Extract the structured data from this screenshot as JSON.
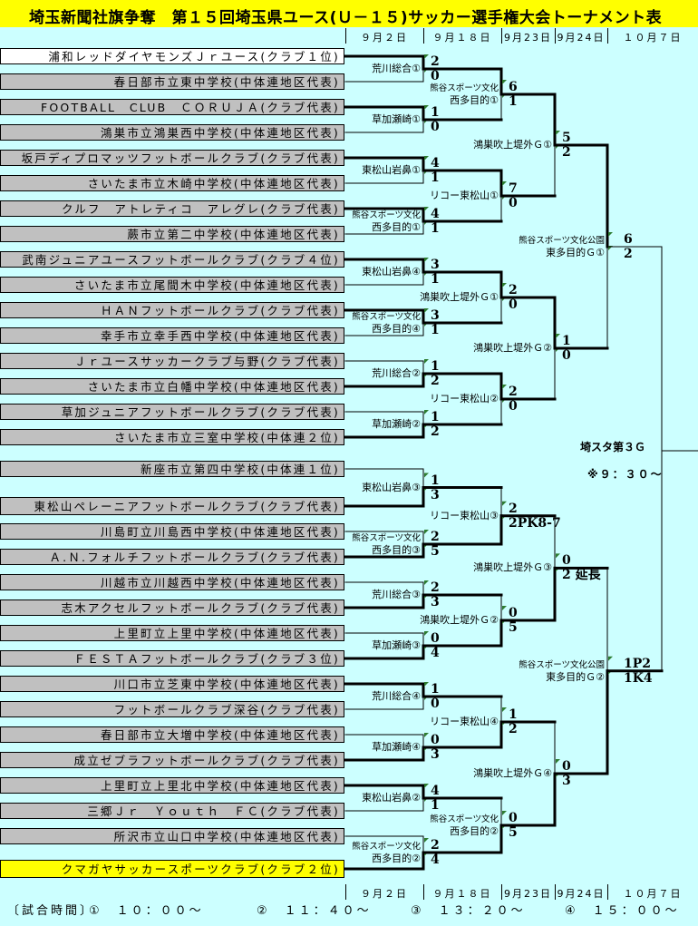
{
  "title": "埼玉新聞社旗争奪　第１５回埼玉県ユース(Ｕ－１５)サッカー選手権大会トーナメント表",
  "dates": [
    "９月２日",
    "９月１８日",
    "9月23日",
    "9月24日",
    "１０月７日"
  ],
  "teams": [
    "浦和レッドダイヤモンズＪｒユース(クラブ１位)",
    "春日部市立東中学校(中体連地区代表)",
    "FOOTBALL　CLUB　ＣＯＲＵＪＡ(クラブ代表)",
    "鴻巣市立鴻巣西中学校(中体連地区代表)",
    "坂戸ディプロマッツフットボールクラブ(クラブ代表)",
    "さいたま市立木崎中学校(中体連地区代表)",
    "クルフ　アトレティコ　アレグレ(クラブ代表)",
    "蕨市立第二中学校(中体連地区代表)",
    "武南ジュニアユースフットボールクラブ(クラブ４位)",
    "さいたま市立尾間木中学校(中体連地区代表)",
    "ＨＡＮフットボールクラブ(クラブ代表)",
    "幸手市立幸手西中学校(中体連地区代表)",
    "Ｊｒユースサッカークラブ与野(クラブ代表)",
    "さいたま市立白幡中学校(中体連地区代表)",
    "草加ジュニアフットボールクラブ(クラブ代表)",
    "さいたま市立三室中学校(中体連２位)",
    "新座市立第四中学校(中体連１位)",
    "東松山ペレーニアフットボールクラブ(クラブ代表)",
    "川島町立川島西中学校(中体連地区代表)",
    "Ａ.Ｎ.フォルチフットボールクラブ(クラブ代表)",
    "川越市立川越西中学校(中体連地区代表)",
    "志木アクセルフットボールクラブ(クラブ代表)",
    "上里町立上里中学校(中体連地区代表)",
    "ＦＥＳＴＡフットボールクラブ(クラブ３位)",
    "川口市立芝東中学校(中体連地区代表)",
    "フットボールクラブ深谷(クラブ代表)",
    "春日部市立大増中学校(中体連地区代表)",
    "成立ゼブラフットボールクラブ(クラブ代表)",
    "上里町立上里北中学校(中体連地区代表)",
    "三郷Ｊｒ　Ｙｏｕｔｈ　ＦＣ(クラブ代表)",
    "所沢市立山口中学校(中体連地区代表)",
    "クマガヤサッカースポーツクラブ(クラブ２位)"
  ],
  "rounds": [
    {
      "matches": [
        {
          "venue": [
            "荒川総合①"
          ],
          "top": "2",
          "bottom": "0",
          "winner": "top"
        },
        {
          "venue": [
            "草加瀬崎①"
          ],
          "top": "1",
          "bottom": "0",
          "winner": "top"
        },
        {
          "venue": [
            "東松山岩鼻①"
          ],
          "top": "4",
          "bottom": "1",
          "winner": "top"
        },
        {
          "venue": [
            "熊谷スポーツ文化",
            "西多目的①"
          ],
          "top": "4",
          "bottom": "1",
          "winner": "top"
        },
        {
          "venue": [
            "東松山岩鼻④"
          ],
          "top": "3",
          "bottom": "1",
          "winner": "top"
        },
        {
          "venue": [
            "熊谷スポーツ文化",
            "西多目的④"
          ],
          "top": "3",
          "bottom": "1",
          "winner": "top"
        },
        {
          "venue": [
            "荒川総合②"
          ],
          "top": "1",
          "bottom": "2",
          "winner": "bottom"
        },
        {
          "venue": [
            "草加瀬崎②"
          ],
          "top": "1",
          "bottom": "2",
          "winner": "bottom"
        },
        {
          "venue": [
            "東松山岩鼻③"
          ],
          "top": "1",
          "bottom": "3",
          "winner": "bottom"
        },
        {
          "venue": [
            "熊谷スポーツ文化",
            "西多目的③"
          ],
          "top": "2",
          "bottom": "5",
          "winner": "bottom"
        },
        {
          "venue": [
            "荒川総合③"
          ],
          "top": "2",
          "bottom": "3",
          "winner": "bottom"
        },
        {
          "venue": [
            "草加瀬崎③"
          ],
          "top": "0",
          "bottom": "4",
          "winner": "bottom"
        },
        {
          "venue": [
            "荒川総合④"
          ],
          "top": "1",
          "bottom": "0",
          "winner": "top"
        },
        {
          "venue": [
            "草加瀬崎④"
          ],
          "top": "0",
          "bottom": "3",
          "winner": "bottom"
        },
        {
          "venue": [
            "東松山岩鼻②"
          ],
          "top": "4",
          "bottom": "1",
          "winner": "top"
        },
        {
          "venue": [
            "熊谷スポーツ文化",
            "西多目的②"
          ],
          "top": "2",
          "bottom": "4",
          "winner": "bottom"
        }
      ]
    },
    {
      "matches": [
        {
          "venue": [
            "熊谷スポーツ文化",
            "西多目的①"
          ],
          "top": "6",
          "bottom": "1",
          "winner": "top"
        },
        {
          "venue": [
            "リコー東松山①"
          ],
          "top": "7",
          "bottom": "0",
          "winner": "top"
        },
        {
          "venue": [
            "鴻巣吹上堤外Ｇ①"
          ],
          "top": "2",
          "bottom": "0",
          "winner": "top"
        },
        {
          "venue": [
            "リコー東松山②"
          ],
          "top": "2",
          "bottom": "0",
          "winner": "top"
        },
        {
          "venue": [
            "リコー東松山③"
          ],
          "top": "2",
          "bottom": "2PK8-7",
          "winner": "bottom"
        },
        {
          "venue": [
            "鴻巣吹上堤外Ｇ②"
          ],
          "top": "0",
          "bottom": "5",
          "winner": "bottom"
        },
        {
          "venue": [
            "リコー東松山④"
          ],
          "top": "1",
          "bottom": "2",
          "winner": "bottom"
        },
        {
          "venue": [
            "熊谷スポーツ文化",
            "西多目的②"
          ],
          "top": "0",
          "bottom": "5",
          "winner": "bottom"
        }
      ]
    },
    {
      "matches": [
        {
          "venue": [
            "鴻巣吹上堤外Ｇ①"
          ],
          "top": "5",
          "bottom": "2",
          "winner": "top"
        },
        {
          "venue": [
            "鴻巣吹上堤外Ｇ②"
          ],
          "top": "1",
          "bottom": "0",
          "winner": "top"
        },
        {
          "venue": [
            "鴻巣吹上堤外Ｇ③"
          ],
          "top": "0",
          "bottom": "2 延長",
          "winner": "bottom"
        },
        {
          "venue": [
            "鴻巣吹上堤外Ｇ④"
          ],
          "top": "0",
          "bottom": "3",
          "winner": "bottom"
        }
      ]
    },
    {
      "matches": [
        {
          "venue": [
            "熊谷スポーツ文化公園",
            "東多目的Ｇ①"
          ],
          "top": "6",
          "bottom": "2",
          "winner": "top"
        },
        {
          "venue": [
            "熊谷スポーツ文化公園",
            "東多目的Ｇ②"
          ],
          "top": "1P2",
          "bottom": "1K4",
          "winner": "bottom"
        }
      ]
    }
  ],
  "final": {
    "venue": "埼スタ第３Ｇ",
    "time": "※９：３０～"
  },
  "match_times": {
    "label": "〔試合時間〕",
    "slots": [
      "①　１０：００～",
      "②　１１：４０～",
      "③　１３：２０～",
      "④　１５：００～"
    ]
  },
  "colors": {
    "background": "#ccffff",
    "title_bg": "#ffff00",
    "team_box": "#c0c0c0",
    "marker": "#2e7d32"
  }
}
